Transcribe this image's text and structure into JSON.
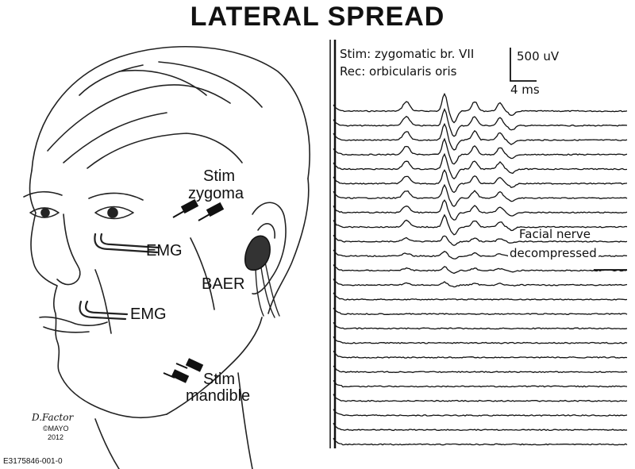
{
  "title": "LATERAL SPREAD",
  "labels": {
    "stim_zygoma_line1": "Stim",
    "stim_zygoma_line2": "zygoma",
    "emg_upper": "EMG",
    "emg_lower": "EMG",
    "baer": "BAER",
    "stim_mandible_line1": "Stim",
    "stim_mandible_line2": "mandible",
    "artist_signature": "D.Factor",
    "copyright": "©MAYO",
    "year": "2012",
    "figure_id": "E3175846-001-0"
  },
  "emg": {
    "stim_text": "Stim: zygomatic br. VII",
    "rec_text": "Rec: orbicularis oris",
    "amplitude_scale": "500 uV",
    "time_scale": "4 ms",
    "annotation_line1": "Facial nerve",
    "annotation_line2": "decompressed",
    "trace_count": 24,
    "decompression_after_trace": 9
  },
  "colors": {
    "ink": "#111111",
    "ear_fill": "#333333"
  }
}
